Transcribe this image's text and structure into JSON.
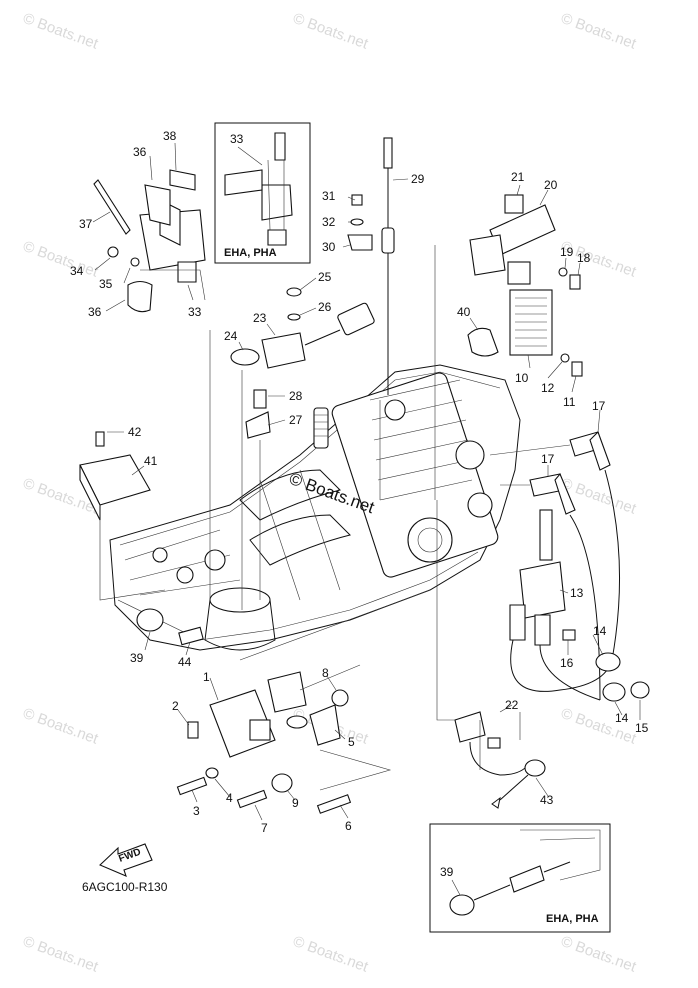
{
  "watermark": "© Boats.net",
  "center_watermark": "© Boats.net",
  "diagram_code": "6AGC100-R130",
  "fwd_label": "FWD",
  "inset_top": {
    "label": "EHA, PHA",
    "part": "33"
  },
  "inset_bottom": {
    "label": "EHA, PHA",
    "part": "39"
  },
  "callouts": {
    "c1": "1",
    "c2": "2",
    "c3": "3",
    "c4": "4",
    "c5": "5",
    "c6": "6",
    "c7": "7",
    "c8": "8",
    "c9": "9",
    "c10": "10",
    "c11": "11",
    "c12": "12",
    "c13": "13",
    "c14a": "14",
    "c14b": "14",
    "c15": "15",
    "c16": "16",
    "c17a": "17",
    "c17b": "17",
    "c18": "18",
    "c19": "19",
    "c20": "20",
    "c21": "21",
    "c22": "22",
    "c23": "23",
    "c24": "24",
    "c25": "25",
    "c26": "26",
    "c27": "27",
    "c28": "28",
    "c29": "29",
    "c30": "30",
    "c31": "31",
    "c32": "32",
    "c33": "33",
    "c34": "34",
    "c35": "35",
    "c36a": "36",
    "c36b": "36",
    "c37": "37",
    "c38": "38",
    "c39": "39",
    "c40": "40",
    "c41": "41",
    "c42": "42",
    "c43": "43",
    "c44": "44"
  }
}
